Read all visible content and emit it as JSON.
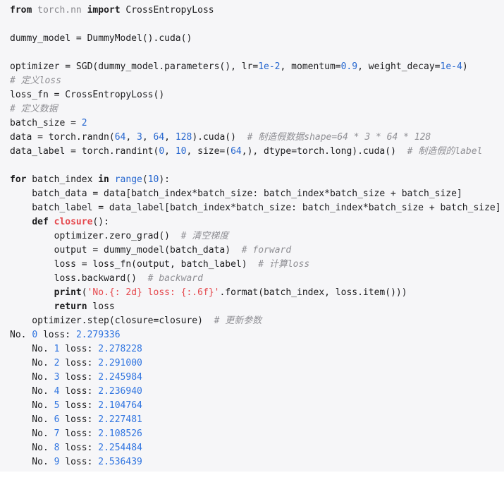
{
  "code_block": {
    "language": "python",
    "background": "#f6f6f8",
    "colors": {
      "bg": "#f6f6f8",
      "plain": "#1c1c1e",
      "keyword": "#1c1c1e",
      "module": "#86868b",
      "comment": "#8e8e93",
      "number": "#2566cf",
      "builtin": "#2566cf",
      "string": "#e5484d",
      "function": "#e5484d",
      "output_number": "#2f74e0"
    },
    "lines": [
      [
        [
          "kw",
          "from"
        ],
        [
          "plain",
          " "
        ],
        [
          "mod",
          "torch.nn"
        ],
        [
          "plain",
          " "
        ],
        [
          "kw",
          "import"
        ],
        [
          "plain",
          " CrossEntropyLoss"
        ]
      ],
      [],
      [
        [
          "plain",
          "dummy_model = DummyModel().cuda()"
        ]
      ],
      [],
      [
        [
          "plain",
          "optimizer = SGD(dummy_model.parameters(), lr="
        ],
        [
          "num",
          "1e-2"
        ],
        [
          "plain",
          ", momentum="
        ],
        [
          "num",
          "0.9"
        ],
        [
          "plain",
          ", weight_decay="
        ],
        [
          "num",
          "1e-4"
        ],
        [
          "plain",
          ")"
        ]
      ],
      [
        [
          "com",
          "# 定义loss"
        ]
      ],
      [
        [
          "plain",
          "loss_fn = CrossEntropyLoss()"
        ]
      ],
      [
        [
          "com",
          "# 定义数据"
        ]
      ],
      [
        [
          "plain",
          "batch_size = "
        ],
        [
          "num",
          "2"
        ]
      ],
      [
        [
          "plain",
          "data = torch.randn("
        ],
        [
          "num",
          "64"
        ],
        [
          "plain",
          ", "
        ],
        [
          "num",
          "3"
        ],
        [
          "plain",
          ", "
        ],
        [
          "num",
          "64"
        ],
        [
          "plain",
          ", "
        ],
        [
          "num",
          "128"
        ],
        [
          "plain",
          ").cuda()  "
        ],
        [
          "com",
          "# 制造假数据shape=64 * 3 * 64 * 128"
        ]
      ],
      [
        [
          "plain",
          "data_label = torch.randint("
        ],
        [
          "num",
          "0"
        ],
        [
          "plain",
          ", "
        ],
        [
          "num",
          "10"
        ],
        [
          "plain",
          ", size=("
        ],
        [
          "num",
          "64"
        ],
        [
          "plain",
          ",), dtype=torch.long).cuda()  "
        ],
        [
          "com",
          "# 制造假的label"
        ]
      ],
      [],
      [
        [
          "kw",
          "for"
        ],
        [
          "plain",
          " batch_index "
        ],
        [
          "kw",
          "in"
        ],
        [
          "plain",
          " "
        ],
        [
          "blt",
          "range"
        ],
        [
          "plain",
          "("
        ],
        [
          "num",
          "10"
        ],
        [
          "plain",
          "):"
        ]
      ],
      [
        [
          "plain",
          "    batch_data = data[batch_index*batch_size: batch_index*batch_size + batch_size]"
        ]
      ],
      [
        [
          "plain",
          "    batch_label = data_label[batch_index*batch_size: batch_index*batch_size + batch_size]"
        ]
      ],
      [
        [
          "plain",
          "    "
        ],
        [
          "kw",
          "def"
        ],
        [
          "plain",
          " "
        ],
        [
          "fn",
          "closure"
        ],
        [
          "plain",
          "():"
        ]
      ],
      [
        [
          "plain",
          "        optimizer.zero_grad()  "
        ],
        [
          "com",
          "# 清空梯度"
        ]
      ],
      [
        [
          "plain",
          "        output = dummy_model(batch_data)  "
        ],
        [
          "com",
          "# forward"
        ]
      ],
      [
        [
          "plain",
          "        loss = loss_fn(output, batch_label)  "
        ],
        [
          "com",
          "# 计算loss"
        ]
      ],
      [
        [
          "plain",
          "        loss.backward()  "
        ],
        [
          "com",
          "# backward"
        ]
      ],
      [
        [
          "plain",
          "        "
        ],
        [
          "kw",
          "print"
        ],
        [
          "plain",
          "("
        ],
        [
          "str",
          "'No.{: 2d} loss: {:.6f}'"
        ],
        [
          "plain",
          ".format(batch_index, loss.item()))"
        ]
      ],
      [
        [
          "plain",
          "        "
        ],
        [
          "kw",
          "return"
        ],
        [
          "plain",
          " loss"
        ]
      ],
      [
        [
          "plain",
          "    optimizer.step(closure=closure)  "
        ],
        [
          "com",
          "# 更新参数"
        ]
      ],
      [
        [
          "plain",
          "No. "
        ],
        [
          "onum",
          "0"
        ],
        [
          "plain",
          " loss: "
        ],
        [
          "onum",
          "2.279336"
        ]
      ],
      [
        [
          "plain",
          "    No. "
        ],
        [
          "onum",
          "1"
        ],
        [
          "plain",
          " loss: "
        ],
        [
          "onum",
          "2.278228"
        ]
      ],
      [
        [
          "plain",
          "    No. "
        ],
        [
          "onum",
          "2"
        ],
        [
          "plain",
          " loss: "
        ],
        [
          "onum",
          "2.291000"
        ]
      ],
      [
        [
          "plain",
          "    No. "
        ],
        [
          "onum",
          "3"
        ],
        [
          "plain",
          " loss: "
        ],
        [
          "onum",
          "2.245984"
        ]
      ],
      [
        [
          "plain",
          "    No. "
        ],
        [
          "onum",
          "4"
        ],
        [
          "plain",
          " loss: "
        ],
        [
          "onum",
          "2.236940"
        ]
      ],
      [
        [
          "plain",
          "    No. "
        ],
        [
          "onum",
          "5"
        ],
        [
          "plain",
          " loss: "
        ],
        [
          "onum",
          "2.104764"
        ]
      ],
      [
        [
          "plain",
          "    No. "
        ],
        [
          "onum",
          "6"
        ],
        [
          "plain",
          " loss: "
        ],
        [
          "onum",
          "2.227481"
        ]
      ],
      [
        [
          "plain",
          "    No. "
        ],
        [
          "onum",
          "7"
        ],
        [
          "plain",
          " loss: "
        ],
        [
          "onum",
          "2.108526"
        ]
      ],
      [
        [
          "plain",
          "    No. "
        ],
        [
          "onum",
          "8"
        ],
        [
          "plain",
          " loss: "
        ],
        [
          "onum",
          "2.254484"
        ]
      ],
      [
        [
          "plain",
          "    No. "
        ],
        [
          "onum",
          "9"
        ],
        [
          "plain",
          " loss: "
        ],
        [
          "onum",
          "2.536439"
        ]
      ]
    ],
    "output_lines": {
      "indices": [
        0,
        1,
        2,
        3,
        4,
        5,
        6,
        7,
        8,
        9
      ],
      "loss_values": [
        2.279336,
        2.278228,
        2.291,
        2.245984,
        2.23694,
        2.104764,
        2.227481,
        2.108526,
        2.254484,
        2.536439
      ]
    }
  }
}
